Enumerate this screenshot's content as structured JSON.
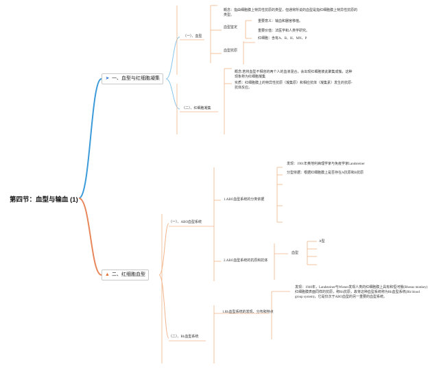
{
  "root": "第四节：血型与输血 (1)",
  "branch1": {
    "icon": "paper-plane-icon",
    "label": "一、血型与红细胞凝集",
    "blood_type": {
      "label": "（一）、血型",
      "concept": "概念：指由细胞膜上特异性抗原的类型，但通常所说的血型是指红细胞膜上特异性抗原的类型。",
      "significance": {
        "label": "血型鉴定",
        "item1": "重要意义：输血和器官移植。",
        "item2": "重要价值：法医学和人类学研究。"
      },
      "antigen": {
        "label": "血型抗原",
        "item1": "红细胞：含有A、B、H、MN、P"
      }
    },
    "agglutination": {
      "label": "（二）、红细胞凝集",
      "concept": "概念:若将血型不相容的两个人的血液混合，会出现红细胞彼此聚集成簇，这种现象称为红细胞凝集",
      "essence": "实质：红细胞膜上的特异性抗原（凝集原）和相应抗体（凝集素）发生的抗原-抗体反应。"
    }
  },
  "branch2": {
    "icon": "flame-icon",
    "label": "二、红细胞血型",
    "abo": {
      "label": "（一）、ABO血型系统",
      "classification": {
        "label": "1.ABO血型系统的分类依据",
        "discovery": "发现：1901年奥地利病理学家与免疫学家Landsteiner",
        "basis": "分型依据：根据红细胞膜上是否存在A抗原和B抗原"
      },
      "antigen_antibody": {
        "label": "2.ABO血型系统的抗原和抗体",
        "blood_type": "血型",
        "type_a": "A型"
      }
    },
    "rh": {
      "label": "（二）、Rh血型系统",
      "discovery_label": "1.Rh血型系统的发现、分布和特点",
      "discovery_text": "发现：1940年，Landsteiner与Wiener发现人类的红细胞膜上具有和恒河猴(Rhesus monkey)红细胞膜表面同样的抗原，称Rh抗原，故将这种血型系统称为Rh血型系统(Rh blood group system)，它是仅次于ABO血型的另一重要的血型系统。"
    }
  },
  "colors": {
    "root_link": "#e8865a",
    "branch1_link": "#3b9ad9",
    "branch1_sub": "#86c3ea",
    "branch2_link": "#e8865a",
    "branch2_sub": "#f0b48a"
  }
}
